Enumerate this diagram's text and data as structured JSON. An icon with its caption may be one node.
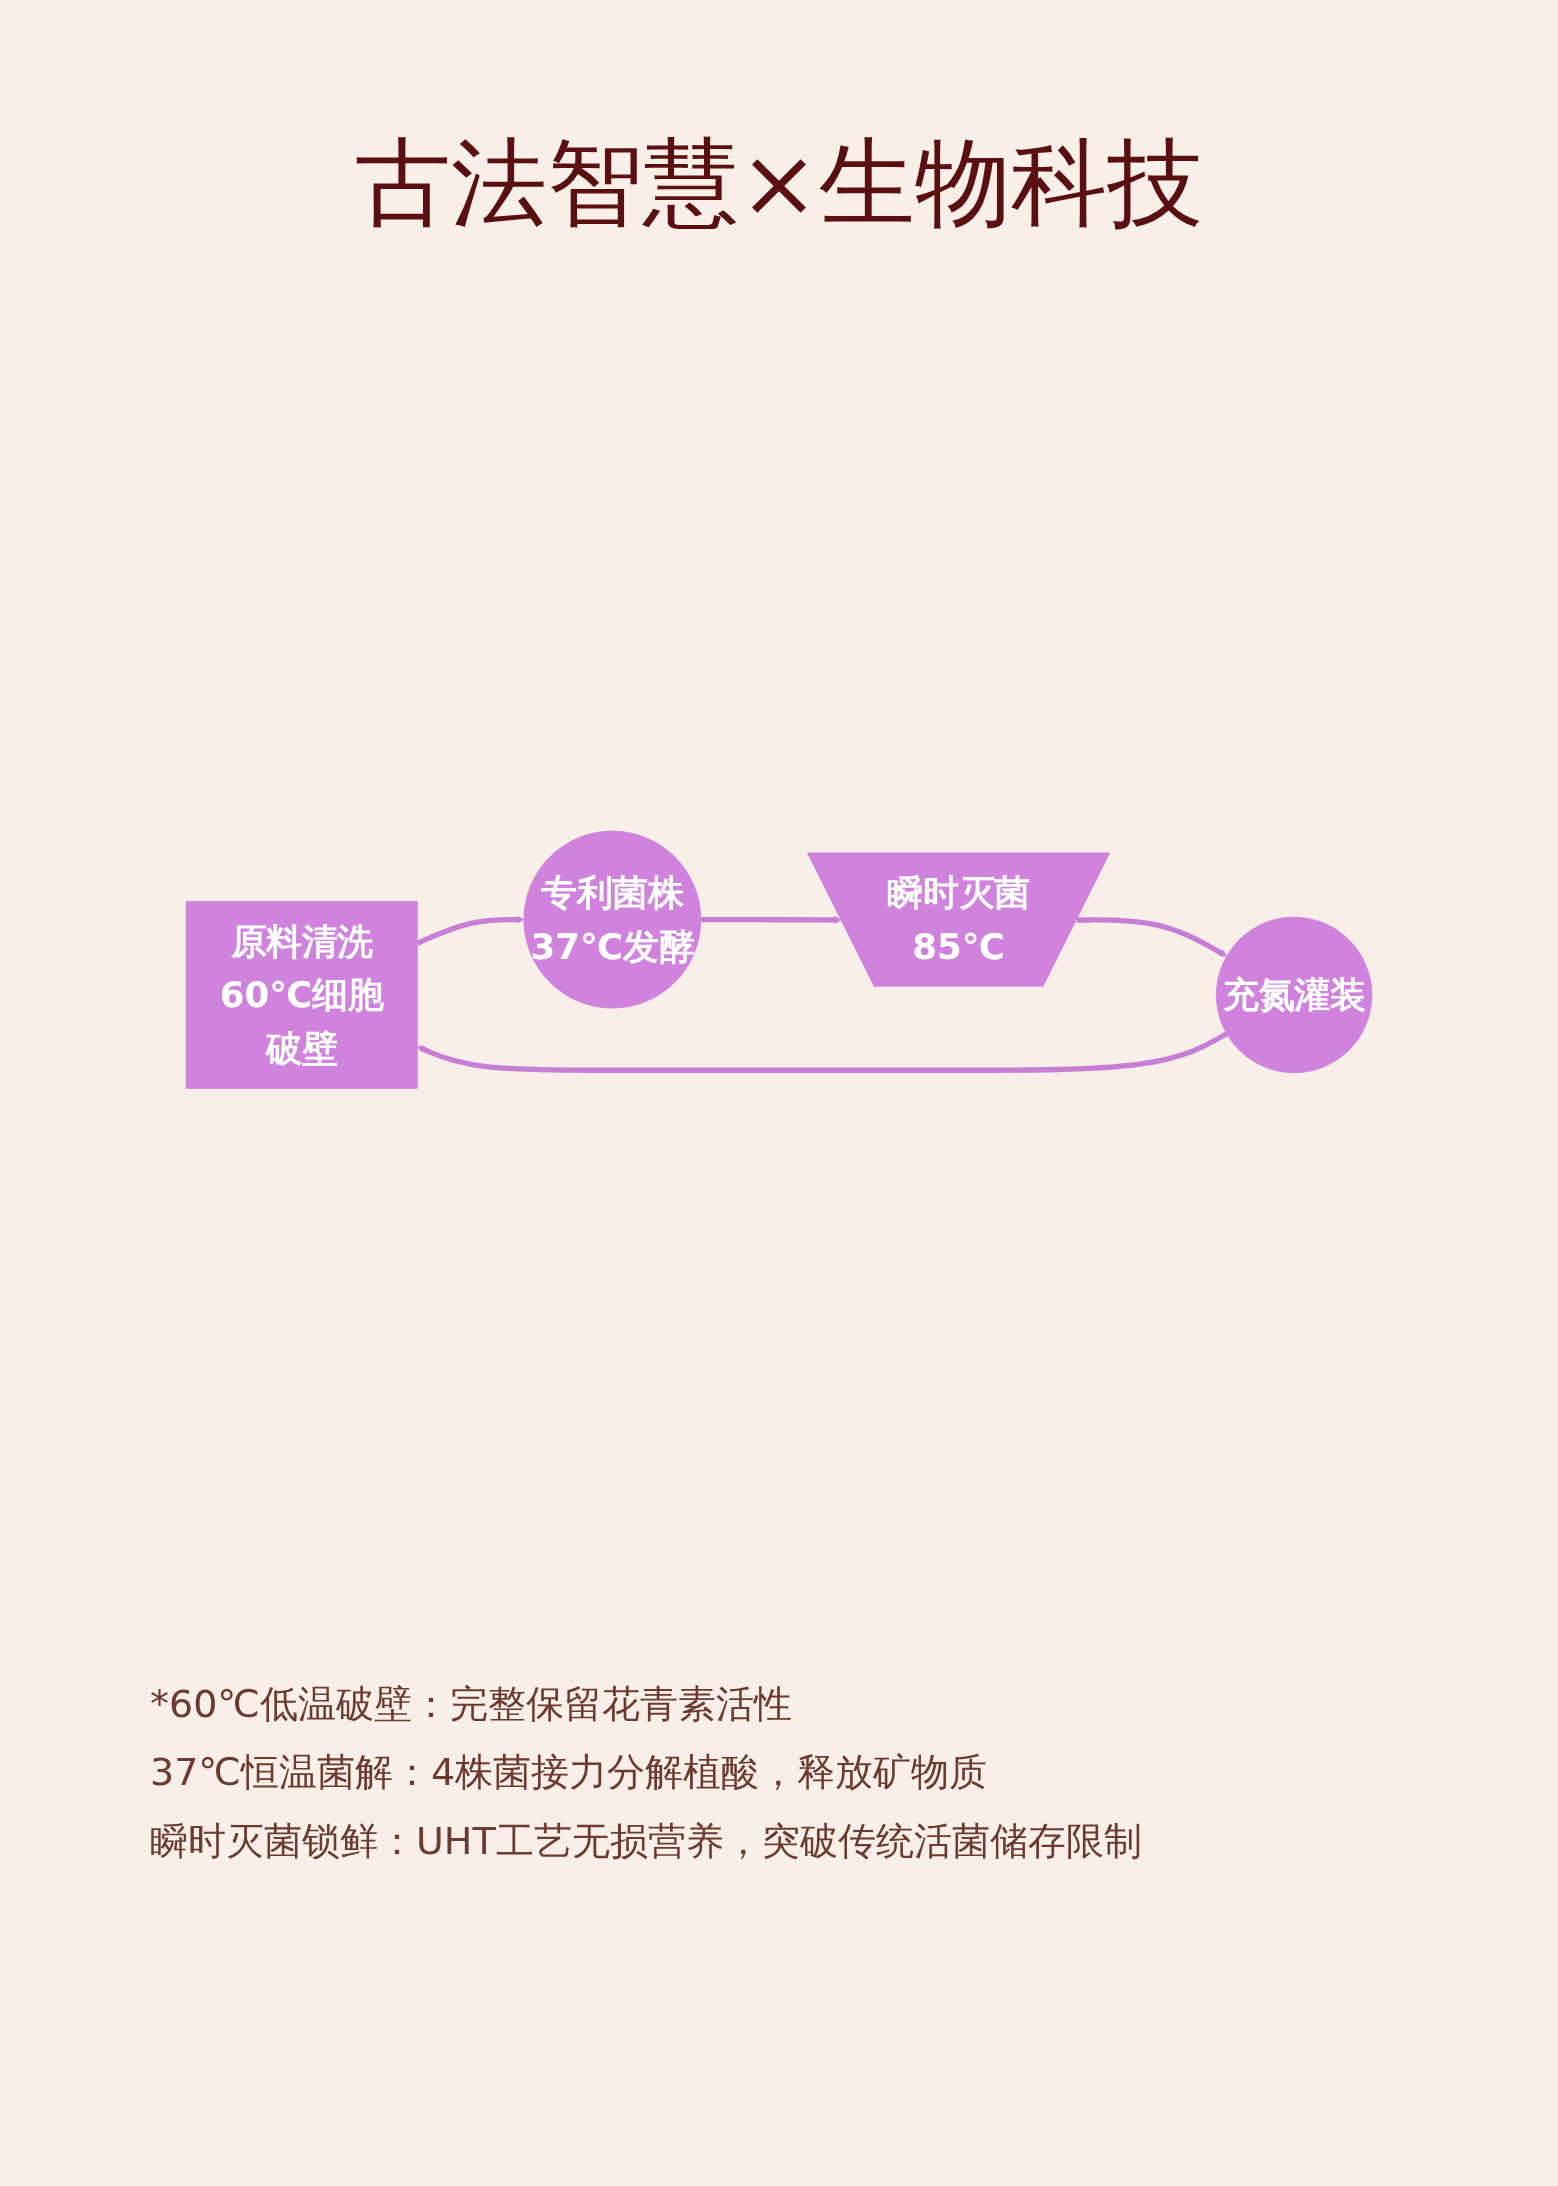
{
  "diagram": {
    "title": "古法智慧×生物科技",
    "nodes": [
      {
        "text": [
          "原料清洗",
          "60℃细胞破壁"
        ]
      },
      {
        "text": [
          "专利菌株",
          "37℃发酵"
        ]
      },
      {
        "text": [
          "瞬时灭菌",
          "85℃"
        ]
      },
      {
        "text": [
          "充氮灌装"
        ]
      }
    ],
    "edges": [
      {
        "from": 0,
        "to": 1,
        "arrow": "to"
      },
      {
        "from": 1,
        "to": 2,
        "arrow": "to"
      },
      {
        "from": 2,
        "to": 3,
        "arrow": "to"
      },
      {
        "from": 3,
        "to": 0,
        "arrow": "to"
      }
    ],
    "labels": [
      "*60℃低温破壁：完整保留花青素活性",
      "37℃恒温菌解：4株菌接力分解植酸，释放矿物质",
      "瞬时灭菌锁鲜：UHT工艺无损营养，突破传统活菌储存限制"
    ]
  }
}
